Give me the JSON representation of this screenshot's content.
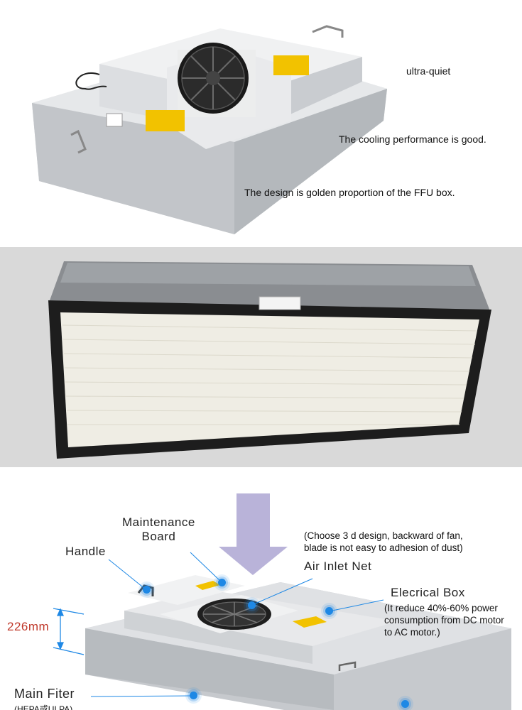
{
  "panel1": {
    "notes": [
      "ultra-quiet",
      "The cooling performance is good.",
      "The design is golden proportion of the FFU box."
    ]
  },
  "panel3": {
    "callouts": {
      "maintenance_board": "Maintenance\nBoard",
      "handle": "Handle",
      "design_note": "(Choose 3 d design, backward of fan,\nblade is not easy to adhesion of dust)",
      "air_inlet_net": "Air Inlet Net",
      "electrical_box": "Elecrical Box",
      "electrical_note": "(It reduce 40%-60% power\nconsumption from DC motor\nto AC motor.)",
      "height": "226mm",
      "main_filter": "Main Fiter",
      "main_filter_note": "(HEPA或ULPA)"
    }
  },
  "colors": {
    "callout_line": "#1e88e5",
    "arrow": "#b9b3d9",
    "height_label": "#c0392b",
    "warning_label": "#f2c200"
  }
}
